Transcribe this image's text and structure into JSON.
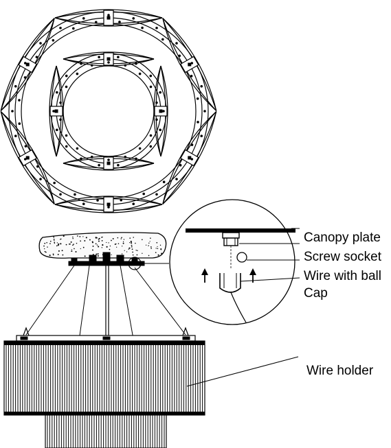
{
  "labels": {
    "canopy_plate": "Canopy plate",
    "screw_socket": "Screw socket",
    "wire_with_ball": "Wire with ball",
    "cap": "Cap",
    "wire_holder": "Wire holder"
  },
  "colors": {
    "line": "#000000",
    "background": "#ffffff"
  }
}
